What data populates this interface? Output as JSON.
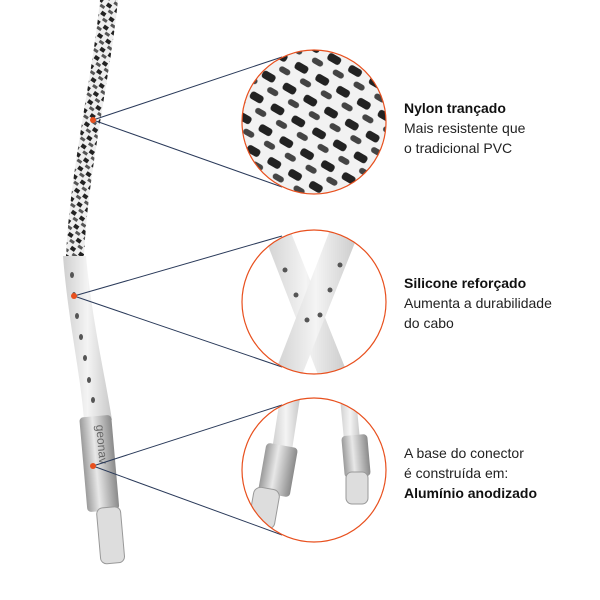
{
  "brand": "geonav",
  "accent_color": "#e8501e",
  "features": [
    {
      "title": "Nylon trançado",
      "lines": [
        "Mais resistente que",
        "o tradicional PVC"
      ]
    },
    {
      "title": "Silicone reforçado",
      "lines": [
        "Aumenta a durabilidade",
        "do cabo"
      ]
    },
    {
      "intro": [
        "A base do conector",
        "é construída em:"
      ],
      "title": "Alumínio anodizado"
    }
  ]
}
